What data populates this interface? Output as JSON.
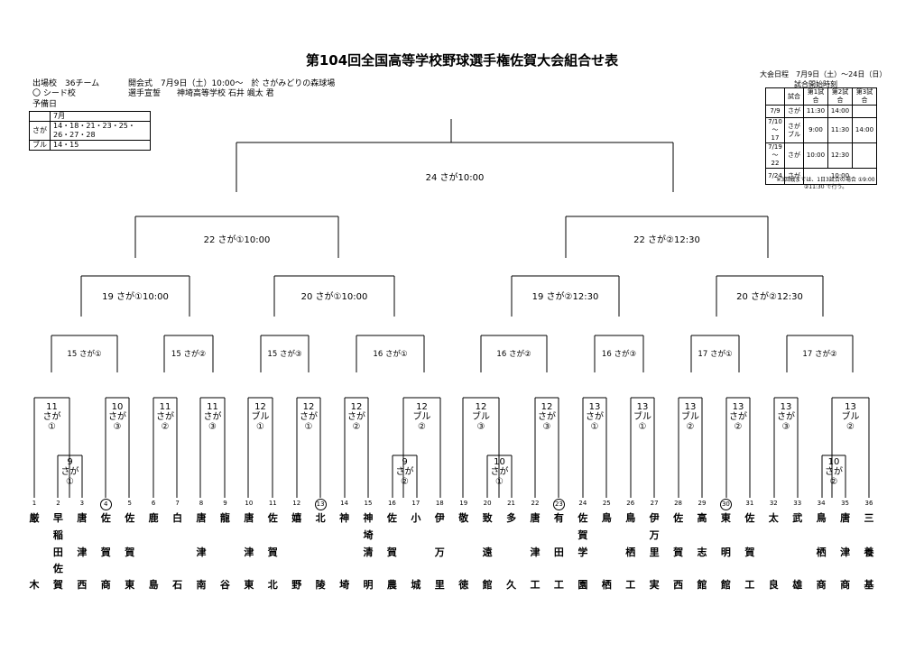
{
  "title": "第104回全国高等学校野球選手権佐賀大会組合せ表",
  "info": {
    "line1_a": "出場校　36チーム",
    "line1_b": "開会式　7月9日（土）10:00～　於 さがみどりの森球場",
    "line2_a": "〇 シード校",
    "line2_b": "選手宣誓　　神埼高等学校 石井 颯太 君",
    "line3": "予備日"
  },
  "prelim": {
    "month": "7月",
    "rows": [
      {
        "venue": "さが",
        "dates": "14・18・21・23・25・26・27・28"
      },
      {
        "venue": "ブル",
        "dates": "14・15"
      }
    ]
  },
  "schedule": {
    "title": "大会日程　7月9日（土）～24日（日）",
    "subtitle": "試合開始時刻",
    "header": [
      "",
      "試合",
      "第1試合",
      "第2試合",
      "第3試合"
    ],
    "rows": [
      [
        "7/9",
        "さが",
        "11:30",
        "14:00",
        ""
      ],
      [
        "7/10 ～ 17",
        "さが ブル",
        "9:00",
        "11:30",
        "14:00"
      ],
      [
        "7/19 ～ 22",
        "さが",
        "10:00",
        "12:30",
        ""
      ],
      [
        "7/24",
        "さが",
        "10:00",
        "",
        ""
      ]
    ],
    "note": "※3回戦までは、1日3試合の場合 ①9:00 ②11:30 で行う。"
  },
  "bracket": {
    "final": "24 さが10:00",
    "semis": [
      "22 さが①10:00",
      "22 さが②12:30"
    ],
    "quarters": [
      "19 さが①10:00",
      "20 さが①10:00",
      "19 さが②12:30",
      "20 さが②12:30"
    ],
    "round3": [
      "15 さが①",
      "15 さが②",
      "15 さが③",
      "16 さが①",
      "16 さが②",
      "16 さが③",
      "17 さが①",
      "17 さが②"
    ],
    "round2": [
      [
        "11",
        "さが",
        "①"
      ],
      [
        "10",
        "さが",
        "③"
      ],
      [
        "11",
        "さが",
        "②"
      ],
      [
        "11",
        "さが",
        "③"
      ],
      [
        "12",
        "ブル",
        "①"
      ],
      [
        "12",
        "さが",
        "①"
      ],
      [
        "12",
        "さが",
        "②"
      ],
      [
        "12",
        "ブル",
        "②"
      ],
      [
        "12",
        "ブル",
        "③"
      ],
      [
        "12",
        "さが",
        "③"
      ],
      [
        "13",
        "さが",
        "①"
      ],
      [
        "13",
        "ブル",
        "①"
      ],
      [
        "13",
        "ブル",
        "②"
      ],
      [
        "13",
        "さが",
        "②"
      ],
      [
        "13",
        "さが",
        "③"
      ],
      [
        "13",
        "ブル",
        "②"
      ]
    ],
    "round1": [
      [
        "9",
        "さが",
        "①"
      ],
      [
        "9",
        "さが",
        "②"
      ],
      [
        "10",
        "さが",
        "①"
      ],
      [
        "10",
        "さが",
        "②"
      ]
    ]
  },
  "schools": [
    {
      "num": "1",
      "name": [
        "厳",
        "",
        "",
        "",
        "木"
      ]
    },
    {
      "num": "2",
      "name": [
        "早",
        "稲",
        "田",
        "佐",
        "賀"
      ]
    },
    {
      "num": "3",
      "name": [
        "唐",
        "",
        "津",
        "",
        "西"
      ]
    },
    {
      "num": "4",
      "name": [
        "佐",
        "",
        "賀",
        "",
        "商"
      ],
      "seed": true
    },
    {
      "num": "5",
      "name": [
        "佐",
        "",
        "賀",
        "",
        "東"
      ]
    },
    {
      "num": "6",
      "name": [
        "鹿",
        "",
        "",
        "",
        "島"
      ]
    },
    {
      "num": "7",
      "name": [
        "白",
        "",
        "",
        "",
        "石"
      ]
    },
    {
      "num": "8",
      "name": [
        "唐",
        "",
        "津",
        "",
        "南"
      ]
    },
    {
      "num": "9",
      "name": [
        "龍",
        "",
        "",
        "",
        "谷"
      ]
    },
    {
      "num": "10",
      "name": [
        "唐",
        "",
        "津",
        "",
        "東"
      ]
    },
    {
      "num": "11",
      "name": [
        "佐",
        "",
        "賀",
        "",
        "北"
      ]
    },
    {
      "num": "12",
      "name": [
        "嬉",
        "",
        "",
        "",
        "野"
      ]
    },
    {
      "num": "13",
      "name": [
        "北",
        "",
        "",
        "",
        "陵"
      ],
      "seed": true
    },
    {
      "num": "14",
      "name": [
        "神",
        "",
        "",
        "",
        "埼"
      ]
    },
    {
      "num": "15",
      "name": [
        "神",
        "埼",
        "清",
        "",
        "明"
      ]
    },
    {
      "num": "16",
      "name": [
        "佐",
        "",
        "賀",
        "",
        "農"
      ]
    },
    {
      "num": "17",
      "name": [
        "小",
        "",
        "",
        "",
        "城"
      ]
    },
    {
      "num": "18",
      "name": [
        "伊",
        "",
        "万",
        "",
        "里"
      ]
    },
    {
      "num": "19",
      "name": [
        "敬",
        "",
        "",
        "",
        "徳"
      ]
    },
    {
      "num": "20",
      "name": [
        "致",
        "",
        "遠",
        "",
        "館"
      ]
    },
    {
      "num": "21",
      "name": [
        "多",
        "",
        "",
        "",
        "久"
      ]
    },
    {
      "num": "22",
      "name": [
        "唐",
        "",
        "津",
        "",
        "工"
      ]
    },
    {
      "num": "23",
      "name": [
        "有",
        "",
        "田",
        "",
        "工"
      ],
      "seed": true
    },
    {
      "num": "24",
      "name": [
        "佐",
        "賀",
        "学",
        "",
        "園"
      ]
    },
    {
      "num": "25",
      "name": [
        "鳥",
        "",
        "",
        "",
        "栖"
      ]
    },
    {
      "num": "26",
      "name": [
        "鳥",
        "",
        "栖",
        "",
        "工"
      ]
    },
    {
      "num": "27",
      "name": [
        "伊",
        "万",
        "里",
        "",
        "実"
      ]
    },
    {
      "num": "28",
      "name": [
        "佐",
        "",
        "賀",
        "",
        "西"
      ]
    },
    {
      "num": "29",
      "name": [
        "高",
        "",
        "志",
        "",
        "館"
      ]
    },
    {
      "num": "30",
      "name": [
        "東",
        "",
        "明",
        "",
        "館"
      ],
      "seed": true
    },
    {
      "num": "31",
      "name": [
        "佐",
        "",
        "賀",
        "",
        "工"
      ]
    },
    {
      "num": "32",
      "name": [
        "太",
        "",
        "",
        "",
        "良"
      ]
    },
    {
      "num": "33",
      "name": [
        "武",
        "",
        "",
        "",
        "雄"
      ]
    },
    {
      "num": "34",
      "name": [
        "鳥",
        "",
        "栖",
        "",
        "商"
      ]
    },
    {
      "num": "35",
      "name": [
        "唐",
        "",
        "津",
        "",
        "商"
      ]
    },
    {
      "num": "36",
      "name": [
        "三",
        "",
        "養",
        "",
        "基"
      ]
    }
  ]
}
